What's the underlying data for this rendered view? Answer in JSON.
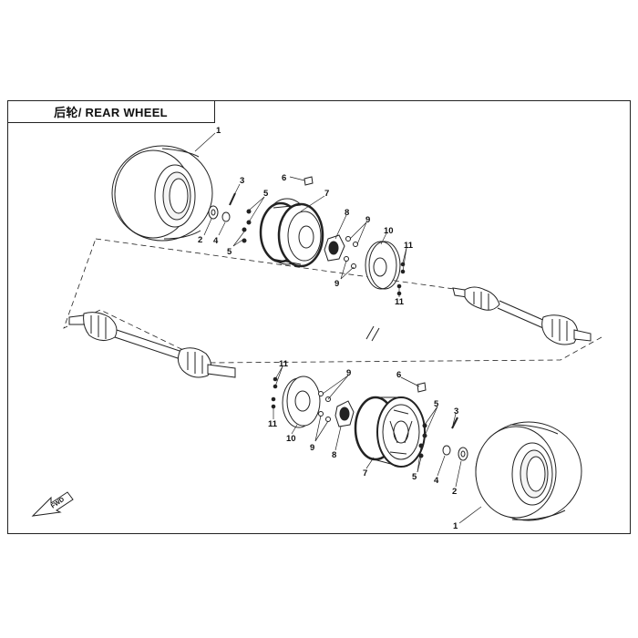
{
  "title": "后轮/ REAR WHEEL",
  "fwd_label": "FWD",
  "callouts": {
    "tire": "1",
    "axle_nut": "2",
    "cotter_pin": "3",
    "washer": "4",
    "wheel_nut": "5",
    "valve": "6",
    "rim": "7",
    "hub": "8",
    "bolt": "9",
    "brake_disc": "10",
    "disc_bolt": "11"
  }
}
